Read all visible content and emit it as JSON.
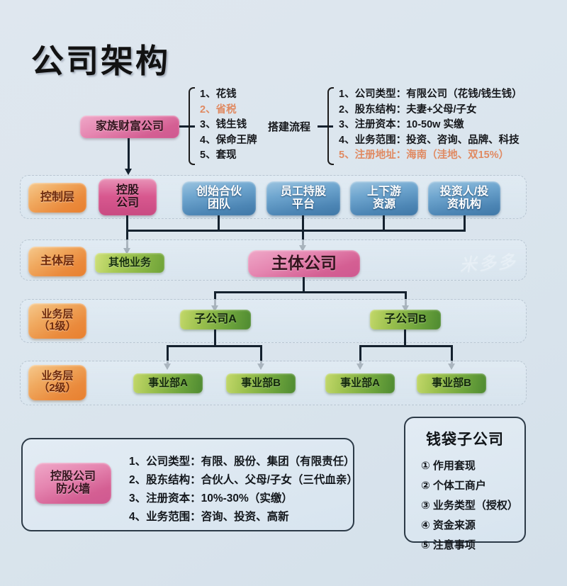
{
  "title": "公司架构",
  "watermark": "米多多",
  "palette": {
    "background": "#dce6ee",
    "pink": "#d8588f",
    "orange": "#ea8a3c",
    "blue": "#4d86b5",
    "green": "#6da43c",
    "line": "#14212e",
    "highlight": "#e08a62"
  },
  "top": {
    "root_node": "家族财富公司",
    "purpose_list": [
      {
        "text": "1、花钱",
        "highlight": false
      },
      {
        "text": "2、省税",
        "highlight": true
      },
      {
        "text": "3、钱生钱",
        "highlight": false
      },
      {
        "text": "4、保命王牌",
        "highlight": false
      },
      {
        "text": "5、套现",
        "highlight": false
      }
    ],
    "process_label": "搭建流程",
    "process_list": [
      {
        "text": "1、公司类型：有限公司（花钱/钱生钱）",
        "highlight": false
      },
      {
        "text": "2、股东结构：夫妻+父母/子女",
        "highlight": false
      },
      {
        "text": "3、注册资本：10-50w 实缴",
        "highlight": false
      },
      {
        "text": "4、业务范围：投资、咨询、品牌、科技",
        "highlight": false
      },
      {
        "text": "5、注册地址：海南（洼地、双15%）",
        "highlight": true
      }
    ]
  },
  "layers": [
    {
      "badge": "控制层",
      "nodes": [
        {
          "label": "控股\n公司",
          "color": "pink"
        },
        {
          "label": "创始合伙\n团队",
          "color": "blue"
        },
        {
          "label": "员工持股\n平台",
          "color": "blue"
        },
        {
          "label": "上下游\n资源",
          "color": "blue"
        },
        {
          "label": "投资人/投\n资机构",
          "color": "blue"
        }
      ]
    },
    {
      "badge": "主体层",
      "nodes": [
        {
          "label": "其他业务",
          "color": "green"
        },
        {
          "label": "主体公司",
          "color": "pink"
        }
      ]
    },
    {
      "badge": "业务层\n（1级）",
      "nodes": [
        {
          "label": "子公司A",
          "color": "green"
        },
        {
          "label": "子公司B",
          "color": "green"
        }
      ]
    },
    {
      "badge": "业务层\n（2级）",
      "nodes": [
        {
          "label": "事业部A",
          "color": "green"
        },
        {
          "label": "事业部B",
          "color": "green"
        },
        {
          "label": "事业部A",
          "color": "green"
        },
        {
          "label": "事业部B",
          "color": "green"
        }
      ]
    }
  ],
  "firewall_panel": {
    "badge": "控股公司\n防火墙",
    "items": [
      "1、公司类型：有限、股份、集团（有限责任）",
      "2、股东结构：合伙人、父母/子女（三代血亲）",
      "3、注册资本：10%-30%（实缴）",
      "4、业务范围：咨询、投资、高新"
    ]
  },
  "wallet_panel": {
    "title": "钱袋子公司",
    "items": [
      "① 作用套现",
      "② 个体工商户",
      "③ 业务类型（授权）",
      "④ 资金来源",
      "⑤ 注意事项"
    ]
  }
}
